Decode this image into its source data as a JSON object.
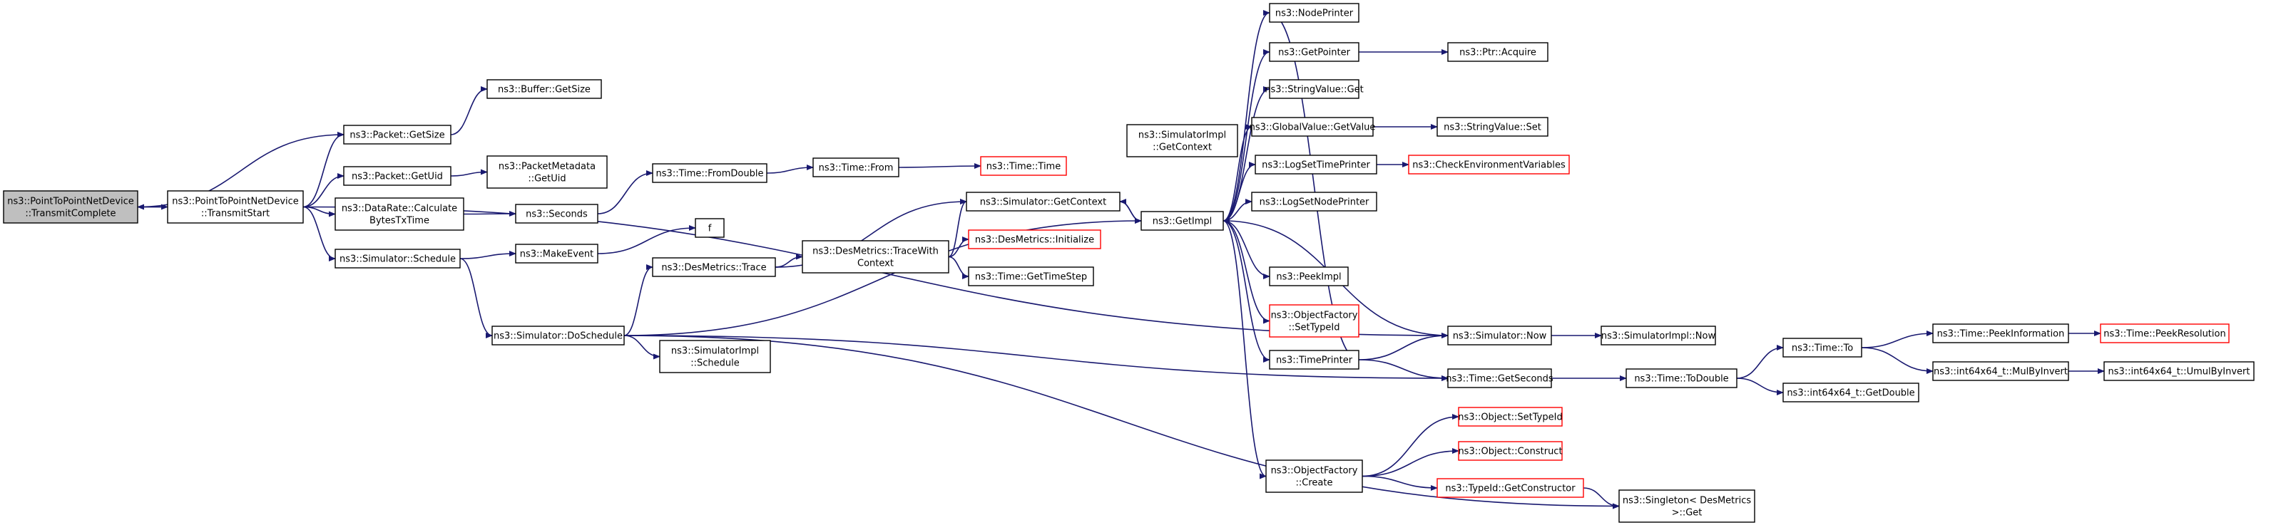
{
  "diagram": {
    "nodes": [
      {
        "id": "root",
        "lines": [
          "ns3::PointToPointNetDevice",
          "::TransmitComplete"
        ],
        "kind": "root"
      },
      {
        "id": "transmitstart",
        "lines": [
          "ns3::PointToPointNetDevice",
          "::TransmitStart"
        ]
      },
      {
        "id": "packet_getsize",
        "lines": [
          "ns3::Packet::GetSize"
        ]
      },
      {
        "id": "buffer_getsize",
        "lines": [
          "ns3::Buffer::GetSize"
        ]
      },
      {
        "id": "packet_getuid",
        "lines": [
          "ns3::Packet::GetUid"
        ]
      },
      {
        "id": "packetmetadata_getuid",
        "lines": [
          "ns3::PacketMetadata",
          "::GetUid"
        ]
      },
      {
        "id": "datarate_calc",
        "lines": [
          "ns3::DataRate::Calculate",
          "BytesTxTime"
        ]
      },
      {
        "id": "seconds",
        "lines": [
          "ns3::Seconds"
        ]
      },
      {
        "id": "time_fromdouble",
        "lines": [
          "ns3::Time::FromDouble"
        ]
      },
      {
        "id": "time_from",
        "lines": [
          "ns3::Time::From"
        ]
      },
      {
        "id": "time_time",
        "lines": [
          "ns3::Time::Time"
        ],
        "kind": "red"
      },
      {
        "id": "sim_schedule",
        "lines": [
          "ns3::Simulator::Schedule"
        ]
      },
      {
        "id": "makeevent",
        "lines": [
          "ns3::MakeEvent"
        ]
      },
      {
        "id": "f",
        "lines": [
          "f"
        ]
      },
      {
        "id": "desmetrics_trace",
        "lines": [
          "ns3::DesMetrics::Trace"
        ]
      },
      {
        "id": "desmetrics_tracewith",
        "lines": [
          "ns3::DesMetrics::TraceWith",
          "Context"
        ]
      },
      {
        "id": "desmetrics_init",
        "lines": [
          "ns3::DesMetrics::Initialize"
        ],
        "kind": "red"
      },
      {
        "id": "time_gettimestep",
        "lines": [
          "ns3::Time::GetTimeStep"
        ]
      },
      {
        "id": "sim_doschedule",
        "lines": [
          "ns3::Simulator::DoSchedule"
        ]
      },
      {
        "id": "simimpl_schedule",
        "lines": [
          "ns3::SimulatorImpl",
          "::Schedule"
        ]
      },
      {
        "id": "sim_getcontext",
        "lines": [
          "ns3::Simulator::GetContext"
        ]
      },
      {
        "id": "simimpl_getcontext",
        "lines": [
          "ns3::SimulatorImpl",
          "::GetContext"
        ]
      },
      {
        "id": "getimpl",
        "lines": [
          "ns3::GetImpl"
        ]
      },
      {
        "id": "nodeprinter",
        "lines": [
          "ns3::NodePrinter"
        ]
      },
      {
        "id": "getpointer",
        "lines": [
          "ns3::GetPointer"
        ]
      },
      {
        "id": "ptr_acquire",
        "lines": [
          "ns3::Ptr::Acquire"
        ]
      },
      {
        "id": "stringvalue_get",
        "lines": [
          "ns3::StringValue::Get"
        ]
      },
      {
        "id": "globalvalue_getvalue",
        "lines": [
          "ns3::GlobalValue::GetValue"
        ]
      },
      {
        "id": "stringvalue_set",
        "lines": [
          "ns3::StringValue::Set"
        ]
      },
      {
        "id": "logsettimeprinter",
        "lines": [
          "ns3::LogSetTimePrinter"
        ]
      },
      {
        "id": "checkenv",
        "lines": [
          "ns3::CheckEnvironmentVariables"
        ],
        "kind": "red"
      },
      {
        "id": "logsetnodeprinter",
        "lines": [
          "ns3::LogSetNodePrinter"
        ]
      },
      {
        "id": "peekimpl",
        "lines": [
          "ns3::PeekImpl"
        ]
      },
      {
        "id": "objfactory_settypeid",
        "lines": [
          "ns3::ObjectFactory",
          "::SetTypeId"
        ],
        "kind": "red"
      },
      {
        "id": "timeprinter",
        "lines": [
          "ns3::TimePrinter"
        ]
      },
      {
        "id": "objfactory_create",
        "lines": [
          "ns3::ObjectFactory",
          "::Create"
        ]
      },
      {
        "id": "sim_now",
        "lines": [
          "ns3::Simulator::Now"
        ]
      },
      {
        "id": "simimpl_now",
        "lines": [
          "ns3::SimulatorImpl::Now"
        ]
      },
      {
        "id": "time_getseconds",
        "lines": [
          "ns3::Time::GetSeconds"
        ]
      },
      {
        "id": "time_todouble",
        "lines": [
          "ns3::Time::ToDouble"
        ]
      },
      {
        "id": "time_to",
        "lines": [
          "ns3::Time::To"
        ]
      },
      {
        "id": "time_peekinfo",
        "lines": [
          "ns3::Time::PeekInformation"
        ]
      },
      {
        "id": "time_peekres",
        "lines": [
          "ns3::Time::PeekResolution"
        ],
        "kind": "red"
      },
      {
        "id": "int64_mulbyinvert",
        "lines": [
          "ns3::int64x64_t::MulByInvert"
        ]
      },
      {
        "id": "int64_umulbyinvert",
        "lines": [
          "ns3::int64x64_t::UmulByInvert"
        ]
      },
      {
        "id": "int64_getdouble",
        "lines": [
          "ns3::int64x64_t::GetDouble"
        ]
      },
      {
        "id": "object_settypeid",
        "lines": [
          "ns3::Object::SetTypeId"
        ],
        "kind": "red"
      },
      {
        "id": "object_construct",
        "lines": [
          "ns3::Object::Construct"
        ],
        "kind": "red"
      },
      {
        "id": "typeid_getconstructor",
        "lines": [
          "ns3::TypeId::GetConstructor"
        ],
        "kind": "red"
      },
      {
        "id": "singleton_get",
        "lines": [
          "ns3::Singleton< DesMetrics",
          ">::Get"
        ]
      }
    ],
    "edges": [
      [
        "root",
        "transmitstart"
      ],
      [
        "transmitstart",
        "root"
      ],
      [
        "root",
        "packet_getsize"
      ],
      [
        "transmitstart",
        "packet_getsize"
      ],
      [
        "transmitstart",
        "packet_getuid"
      ],
      [
        "transmitstart",
        "datarate_calc"
      ],
      [
        "transmitstart",
        "sim_schedule"
      ],
      [
        "transmitstart",
        "sim_now"
      ],
      [
        "packet_getsize",
        "buffer_getsize"
      ],
      [
        "packet_getuid",
        "packetmetadata_getuid"
      ],
      [
        "datarate_calc",
        "seconds"
      ],
      [
        "seconds",
        "time_fromdouble"
      ],
      [
        "time_fromdouble",
        "time_from"
      ],
      [
        "time_from",
        "time_time"
      ],
      [
        "sim_schedule",
        "makeevent"
      ],
      [
        "sim_schedule",
        "sim_doschedule"
      ],
      [
        "makeevent",
        "f"
      ],
      [
        "sim_doschedule",
        "desmetrics_trace"
      ],
      [
        "sim_doschedule",
        "simimpl_schedule"
      ],
      [
        "sim_doschedule",
        "getimpl"
      ],
      [
        "sim_doschedule",
        "time_getseconds"
      ],
      [
        "sim_doschedule",
        "singleton_get"
      ],
      [
        "desmetrics_trace",
        "sim_getcontext"
      ],
      [
        "desmetrics_trace",
        "desmetrics_tracewith"
      ],
      [
        "desmetrics_tracewith",
        "sim_getcontext"
      ],
      [
        "desmetrics_tracewith",
        "desmetrics_init"
      ],
      [
        "desmetrics_tracewith",
        "time_gettimestep"
      ],
      [
        "sim_getcontext",
        "getimpl"
      ],
      [
        "getimpl",
        "sim_getcontext"
      ],
      [
        "getimpl",
        "nodeprinter"
      ],
      [
        "getimpl",
        "getpointer"
      ],
      [
        "getimpl",
        "stringvalue_get"
      ],
      [
        "getimpl",
        "globalvalue_getvalue"
      ],
      [
        "getimpl",
        "logsettimeprinter"
      ],
      [
        "getimpl",
        "logsetnodeprinter"
      ],
      [
        "getimpl",
        "peekimpl"
      ],
      [
        "getimpl",
        "objfactory_settypeid"
      ],
      [
        "getimpl",
        "timeprinter"
      ],
      [
        "getimpl",
        "objfactory_create"
      ],
      [
        "sim_now",
        "getimpl"
      ],
      [
        "getpointer",
        "ptr_acquire"
      ],
      [
        "globalvalue_getvalue",
        "stringvalue_set"
      ],
      [
        "logsettimeprinter",
        "checkenv"
      ],
      [
        "timeprinter",
        "nodeprinter"
      ],
      [
        "timeprinter",
        "sim_now"
      ],
      [
        "timeprinter",
        "time_getseconds"
      ],
      [
        "sim_now",
        "simimpl_now"
      ],
      [
        "time_getseconds",
        "time_todouble"
      ],
      [
        "time_todouble",
        "time_to"
      ],
      [
        "time_todouble",
        "int64_getdouble"
      ],
      [
        "time_to",
        "time_peekinfo"
      ],
      [
        "time_to",
        "int64_mulbyinvert"
      ],
      [
        "time_peekinfo",
        "time_peekres"
      ],
      [
        "int64_mulbyinvert",
        "int64_umulbyinvert"
      ],
      [
        "objfactory_create",
        "object_settypeid"
      ],
      [
        "objfactory_create",
        "object_construct"
      ],
      [
        "objfactory_create",
        "typeid_getconstructor"
      ],
      [
        "typeid_getconstructor",
        "singleton_get"
      ]
    ]
  }
}
